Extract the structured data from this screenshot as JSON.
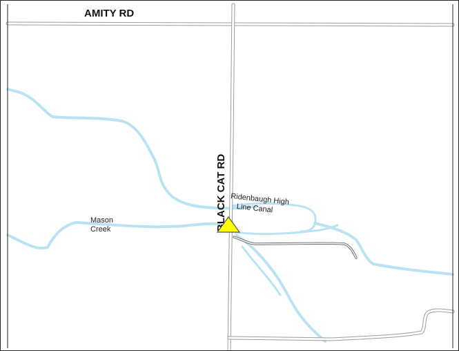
{
  "roads": {
    "amity": "AMITY RD",
    "black_cat": "BLACK CAT RD"
  },
  "waterways": {
    "mason_creek": [
      "Mason",
      "Creek"
    ],
    "ridenbaugh": [
      "Ridenbaugh High",
      "Line Canal"
    ]
  },
  "colors": {
    "water": "#b9e3f3",
    "road_casing": "#9c9c9c",
    "marker_fill": "#ffff00",
    "marker_stroke": "#555555"
  },
  "icons": {
    "marker": "triangle-marker-icon"
  }
}
